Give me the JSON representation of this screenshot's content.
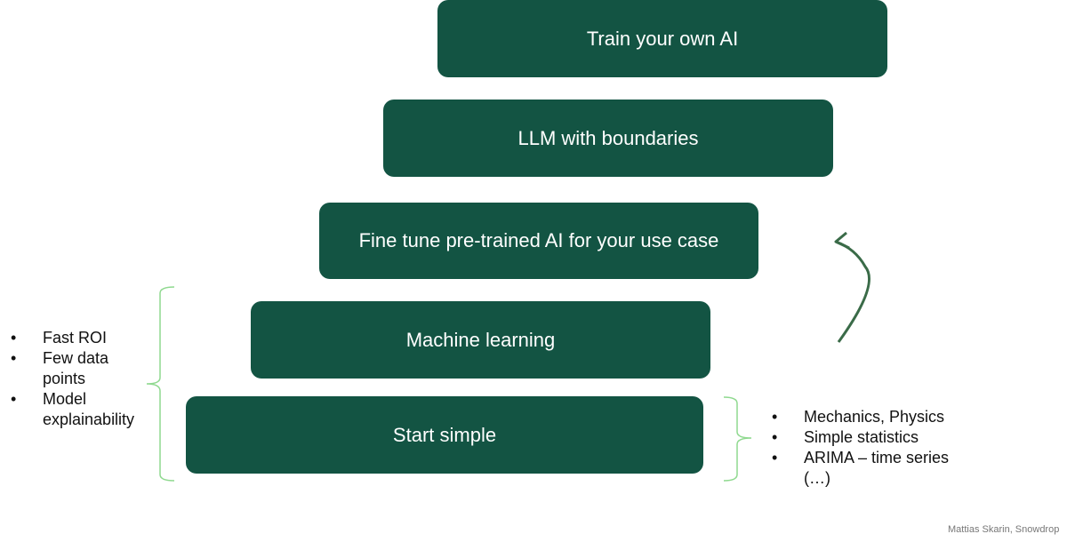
{
  "steps": [
    "Train your own AI",
    "LLM with boundaries",
    "Fine tune pre-trained AI for your use case",
    "Machine learning",
    "Start simple"
  ],
  "left_list": [
    "Fast ROI",
    "Few data points",
    "Model explainability"
  ],
  "right_list": [
    "Mechanics, Physics",
    "Simple statistics",
    "ARIMA – time series (…)"
  ],
  "bullet": "•",
  "credit": "Mattias Skarin, Snowdrop",
  "colors": {
    "box": "#135443",
    "arrow": "#3a6b48",
    "bracket": "#8fd98f"
  }
}
